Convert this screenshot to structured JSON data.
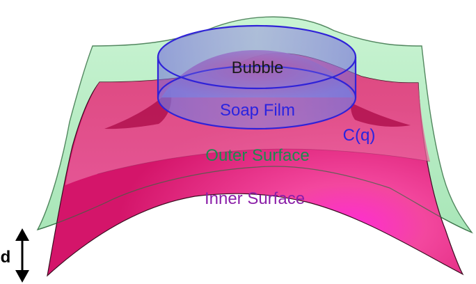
{
  "labels": {
    "bubble": "Bubble",
    "soap_film": "Soap Film",
    "curve": "C(q)",
    "outer_surface": "Outer Surface",
    "inner_surface": "Inner Surface",
    "thickness": "d"
  },
  "colors": {
    "outer_fill": "#a8eab8",
    "outer_edge": "#2f6b3e",
    "inner_fill": "#e8187a",
    "inner_fill_light": "#f06aa6",
    "inner_fill_hot": "#ff00c8",
    "cylinder": "#3a2ad6",
    "bubble_text": "#1a1a1a",
    "soap_text": "#2a23e0",
    "curve_text": "#2a23e0",
    "outer_text": "#1d8a4f",
    "inner_text": "#8b1fa8",
    "thickness_text": "#000000"
  }
}
